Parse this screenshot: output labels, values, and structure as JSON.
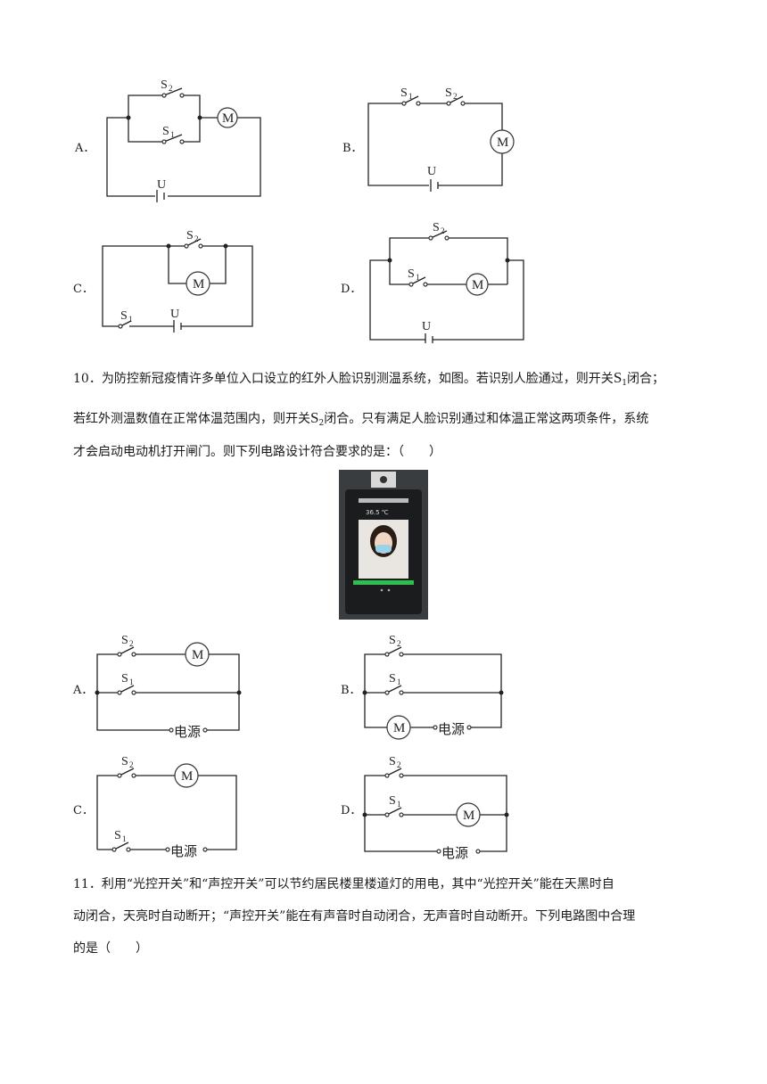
{
  "q9_options": {
    "a": "A．",
    "b": "B．",
    "c": "C．",
    "d": "D．",
    "switch1": "S",
    "switch1_sub": "1",
    "switch2": "S",
    "switch2_sub": "2",
    "motor": "M",
    "source": "U"
  },
  "q10": {
    "line1_a": "10．为防控新冠疫情许多单位入口设立的红外人脸识别测温系统，如图。若识别人脸通过，则开关",
    "line1_s": "S",
    "line1_sub": "1",
    "line1_b": "闭合；",
    "line2_a": "若红外测温数值在正常体温范围内，则开关",
    "line2_s": "S",
    "line2_sub": "2",
    "line2_b": "闭合。只有满足人脸识别通过和体温正常这两项条件，系统",
    "line3": "才会启动电动机打开闸门。则下列电路设计符合要求的是：（　　）",
    "device_readout": "36.5 ℃",
    "options": {
      "a": "A．",
      "b": "B．",
      "c": "C．",
      "d": "D．"
    },
    "power_label": "电源"
  },
  "q11": {
    "line1": "11．利用“光控开关”和“声控开关”可以节约居民楼里楼道灯的用电，其中“光控开关”能在天黑时自",
    "line2": "动闭合，天亮时自动断开；“声控开关”能在有声音时自动闭合，无声音时自动断开。下列电路图中合理",
    "line3": "的是（　　）"
  }
}
